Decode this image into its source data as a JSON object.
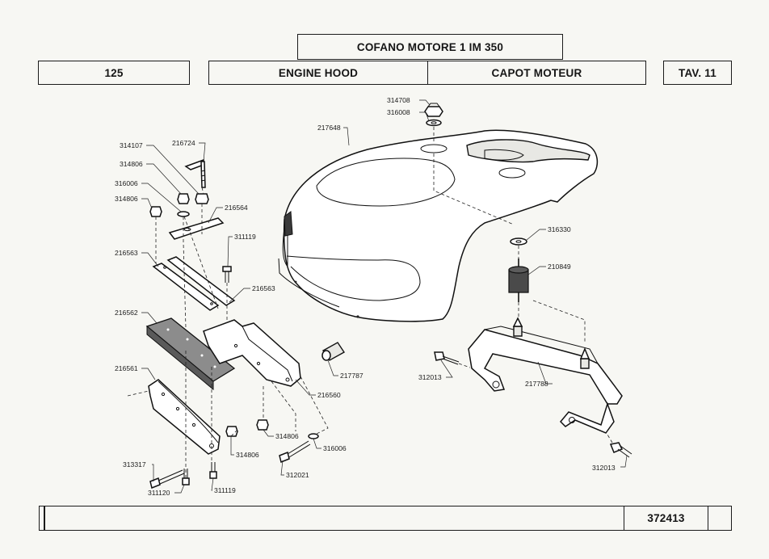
{
  "header": {
    "title": "COFANO MOTORE 1 IM 350",
    "model": "125",
    "name_en": "ENGINE HOOD",
    "name_fr": "CAPOT MOTEUR",
    "table": "TAV. 11"
  },
  "footer": {
    "code": "372413"
  },
  "part_labels": {
    "p314708": "314708",
    "p316008": "316008",
    "p217648": "217648",
    "p314107": "314107",
    "p216724": "216724",
    "p314806a": "314806",
    "p316006a": "316006",
    "p314806b": "314806",
    "p216564": "216564",
    "p311119a": "311119",
    "p216563a": "216563",
    "p216563b": "216563",
    "p216562": "216562",
    "p216561": "216561",
    "p217787": "217787",
    "p216560": "216560",
    "p314806c": "314806",
    "p316006b": "316006",
    "p314806d": "314806",
    "p312021": "312021",
    "p313317": "313317",
    "p311120": "311120",
    "p311119b": "311119",
    "p316330": "316330",
    "p210849": "210849",
    "p312013a": "312013",
    "p217788": "217788",
    "p312013b": "312013"
  },
  "colors": {
    "ink": "#1b1b1b",
    "paper": "#f7f7f3"
  }
}
